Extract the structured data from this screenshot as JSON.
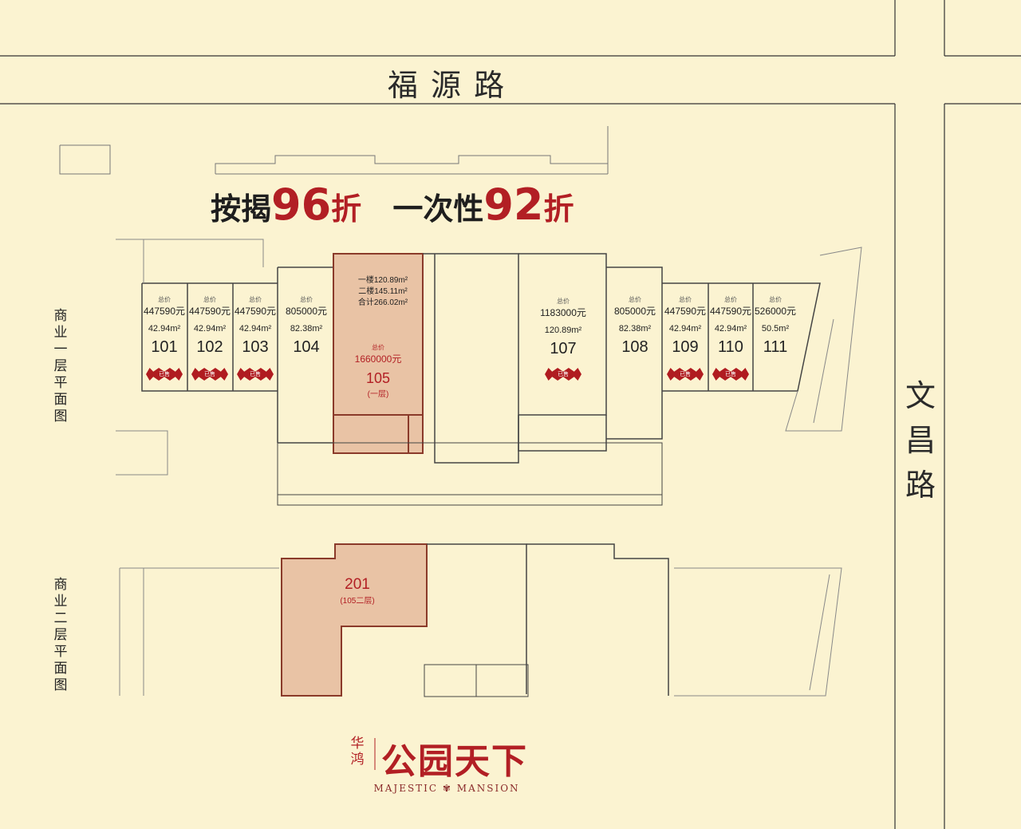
{
  "roads": {
    "north": "福 源 路",
    "east": "文昌路"
  },
  "promo": {
    "part1": "按揭",
    "num1": "96",
    "zhe1": "折",
    "part2": "一次性",
    "num2": "92",
    "zhe2": "折"
  },
  "side_labels": {
    "floor1": "商业一层平面图",
    "floor2": "商业二层平面图"
  },
  "units": [
    {
      "id": "101",
      "price": "447590元",
      "area": "42.94m²",
      "tag": "已售"
    },
    {
      "id": "102",
      "price": "447590元",
      "area": "42.94m²",
      "tag": "已售"
    },
    {
      "id": "103",
      "price": "447590元",
      "area": "42.94m²",
      "tag": "已售"
    },
    {
      "id": "104",
      "price": "805000元",
      "area": "82.38m²"
    },
    {
      "id": "107",
      "price": "1183000元",
      "area": "120.89m²",
      "tag": "已售"
    },
    {
      "id": "108",
      "price": "805000元",
      "area": "82.38m²"
    },
    {
      "id": "109",
      "price": "447590元",
      "area": "42.94m²",
      "tag": "已售"
    },
    {
      "id": "110",
      "price": "447590元",
      "area": "42.94m²",
      "tag": "已售"
    },
    {
      "id": "111",
      "price": "526000元",
      "area": "50.5m²"
    }
  ],
  "price_label": "总价",
  "unit105": {
    "line1": "一楼120.89m²",
    "line2": "二楼145.11m²",
    "line3": "合计266.02m²",
    "price_label": "总价",
    "price": "1660000元",
    "id": "105",
    "floor": "(一层)"
  },
  "unit201": {
    "id": "201",
    "note": "(105二层)"
  },
  "brand": {
    "cn_small_1": "华",
    "cn_small_2": "鸿",
    "cn_main": "公园天下",
    "en": "MAJESTIC ✾ MANSION"
  },
  "colors": {
    "background": "#fbf3d1",
    "accent_red": "#b21f24",
    "highlight_fill": "#e9c3a5"
  }
}
